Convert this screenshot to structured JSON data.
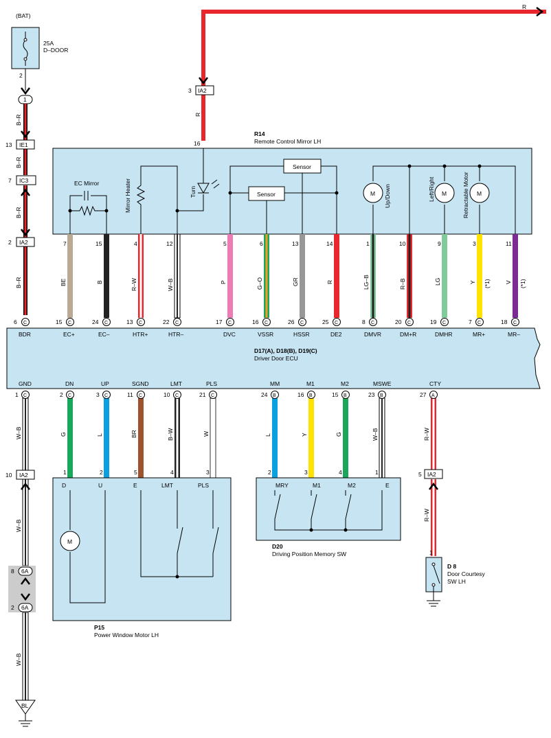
{
  "colors": {
    "component_fill": "#c7e4f3",
    "ecu_fill": "#c7e4f3",
    "red": "#e8262d",
    "black": "#222222",
    "white": "#ffffff",
    "beige": "#b9aa95",
    "pink": "#ee7bb5",
    "green": "#19a85b",
    "gray": "#979797",
    "light_green": "#7fcb9a",
    "yellow": "#ffe200",
    "violet": "#7a2c93",
    "blue": "#0aa0e0",
    "brown": "#a0522d",
    "connector_gray": "#cccccc"
  },
  "battery": {
    "label": "(BAT)"
  },
  "fuse": {
    "rating": "25A",
    "name": "D–DOOR",
    "pin": "2"
  },
  "left_supply": {
    "junction": {
      "pin": "1"
    },
    "wire_color_1": "B–R",
    "ie1": {
      "pin": "13",
      "name": "IE1"
    },
    "wire_color_2": "B–R",
    "ic3": {
      "pin": "7",
      "name": "IC3"
    },
    "wire_color_3": "B–R",
    "ia2": {
      "pin": "2",
      "name": "IA2"
    },
    "wire_color_4": "B–R",
    "ecu_pin": {
      "num": "6",
      "conn": "C",
      "name": "BDR"
    }
  },
  "top_right_wire": {
    "color": "R"
  },
  "r14_feed": {
    "ia2": {
      "pin": "3",
      "name": "IA2"
    },
    "wire_color": "R",
    "pin": "16"
  },
  "r14": {
    "ref": "R14",
    "name": "Remote Control Mirror LH",
    "ec_mirror": "EC Mirror",
    "mirror_heater": "Mirror Heater",
    "turn": "Turn",
    "sensor_1": "Sensor",
    "sensor_2": "Sensor",
    "motor_up_down": "Up/Down",
    "motor_left_right": "Left/Right",
    "motor_retract": "Retractable Motor",
    "motor_symbol": "M",
    "pins": [
      {
        "pin": "7",
        "wire": "BE",
        "ecu_pin": "15",
        "conn": "C",
        "ecu_name": "EC+"
      },
      {
        "pin": "15",
        "wire": "B",
        "ecu_pin": "24",
        "conn": "C",
        "ecu_name": "EC–"
      },
      {
        "pin": "4",
        "wire": "R–W",
        "ecu_pin": "13",
        "conn": "C",
        "ecu_name": "HTR+"
      },
      {
        "pin": "12",
        "wire": "W–B",
        "ecu_pin": "22",
        "conn": "C",
        "ecu_name": "HTR–"
      },
      {
        "pin": "5",
        "wire": "P",
        "ecu_pin": "17",
        "conn": "C",
        "ecu_name": "DVC"
      },
      {
        "pin": "6",
        "wire": "G–O",
        "ecu_pin": "16",
        "conn": "C",
        "ecu_name": "VSSR"
      },
      {
        "pin": "13",
        "wire": "GR",
        "ecu_pin": "26",
        "conn": "C",
        "ecu_name": "HSSR"
      },
      {
        "pin": "14",
        "wire": "R",
        "ecu_pin": "25",
        "conn": "C",
        "ecu_name": "DE2"
      },
      {
        "pin": "1",
        "wire": "LG–B",
        "ecu_pin": "8",
        "conn": "C",
        "ecu_name": "DMVR"
      },
      {
        "pin": "10",
        "wire": "R–B",
        "ecu_pin": "20",
        "conn": "C",
        "ecu_name": "DM+R"
      },
      {
        "pin": "9",
        "wire": "LG",
        "ecu_pin": "19",
        "conn": "C",
        "ecu_name": "DMHR"
      },
      {
        "pin": "3",
        "wire": "Y",
        "note": "(*1)",
        "ecu_pin": "7",
        "conn": "C",
        "ecu_name": "MR+"
      },
      {
        "pin": "11",
        "wire": "V",
        "note": "(*1)",
        "ecu_pin": "18",
        "conn": "C",
        "ecu_name": "MR–"
      }
    ]
  },
  "ecu": {
    "ref": "D17(A), D18(B), D19(C)",
    "name": "Driver Door ECU"
  },
  "bottom_pins": [
    {
      "num": "1",
      "conn": "C",
      "name": "GND",
      "wire": "W–B"
    },
    {
      "num": "2",
      "conn": "C",
      "name": "DN",
      "wire": "G"
    },
    {
      "num": "3",
      "conn": "C",
      "name": "UP",
      "wire": "L"
    },
    {
      "num": "11",
      "conn": "C",
      "name": "SGND",
      "wire": "BR"
    },
    {
      "num": "10",
      "conn": "C",
      "name": "LMT",
      "wire": "B–W"
    },
    {
      "num": "21",
      "conn": "C",
      "name": "PLS",
      "wire": "W"
    },
    {
      "num": "24",
      "conn": "B",
      "name": "MM",
      "wire": "L"
    },
    {
      "num": "16",
      "conn": "B",
      "name": "M1",
      "wire": "Y"
    },
    {
      "num": "15",
      "conn": "B",
      "name": "M2",
      "wire": "G"
    },
    {
      "num": "23",
      "conn": "B",
      "name": "MSWE",
      "wire": "W–B"
    },
    {
      "num": "27",
      "conn": "A",
      "name": "CTY",
      "wire": "R–W"
    }
  ],
  "ground_path": {
    "ia2": {
      "pin": "10",
      "name": "IA2"
    },
    "wire_color_1": "W–B",
    "j6a_top": {
      "pin": "8",
      "name": "6A"
    },
    "j6a_bot": {
      "pin": "2",
      "name": "6A"
    },
    "wire_color_2": "W–B",
    "ground": "BL"
  },
  "p15": {
    "ref": "P15",
    "name": "Power Window Motor LH",
    "pins": [
      {
        "pin": "1",
        "name": "D"
      },
      {
        "pin": "2",
        "name": "U"
      },
      {
        "pin": "5",
        "name": "E"
      },
      {
        "pin": "4",
        "name": "LMT"
      },
      {
        "pin": "3",
        "name": "PLS"
      }
    ],
    "motor_symbol": "M"
  },
  "d20": {
    "ref": "D20",
    "name": "Driving Position Memory SW",
    "pins": [
      {
        "pin": "2",
        "name": "MRY"
      },
      {
        "pin": "3",
        "name": "M1"
      },
      {
        "pin": "4",
        "name": "M2"
      },
      {
        "pin": "1",
        "name": "E"
      }
    ]
  },
  "d8": {
    "ref": "D 8",
    "name_line1": "Door Courtesy",
    "name_line2": "SW LH",
    "ia2": {
      "pin": "5",
      "name": "IA2"
    },
    "wire_color": "R–W",
    "pin": "1"
  }
}
